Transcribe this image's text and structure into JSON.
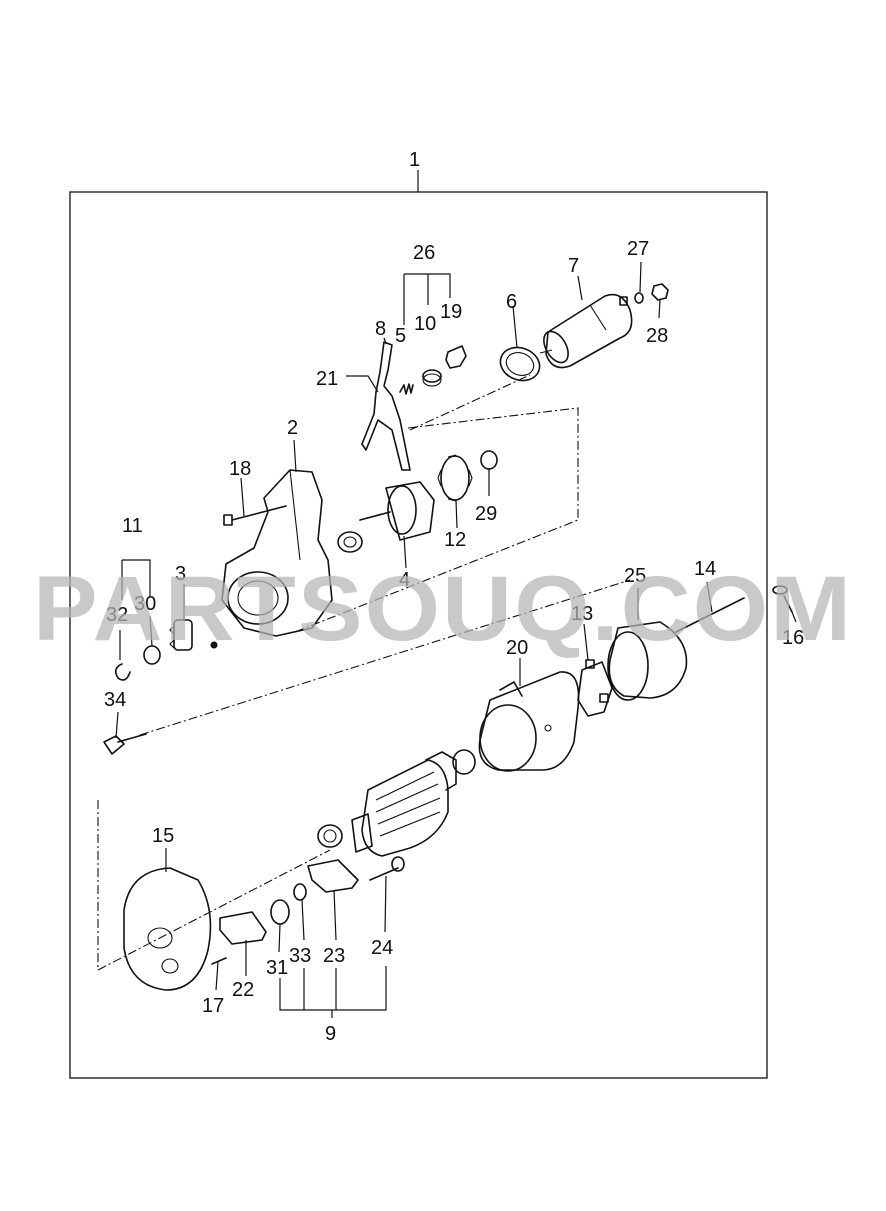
{
  "watermark": "PARTSOUQ.COM",
  "colors": {
    "line": "#111111",
    "watermark": "#b4b4b4",
    "background": "#ffffff"
  },
  "callouts": {
    "c1": "1",
    "c2": "2",
    "c3": "3",
    "c4": "4",
    "c5": "5",
    "c6": "6",
    "c7": "7",
    "c8": "8",
    "c9": "9",
    "c10": "10",
    "c11": "11",
    "c12": "12",
    "c13": "13",
    "c14": "14",
    "c15": "15",
    "c16": "16",
    "c17": "17",
    "c18": "18",
    "c19": "19",
    "c20": "20",
    "c21": "21",
    "c22": "22",
    "c23": "23",
    "c24": "24",
    "c25": "25",
    "c26": "26",
    "c27": "27",
    "c28": "28",
    "c29": "29",
    "c30": "30",
    "c31": "31",
    "c32": "32",
    "c33": "33",
    "c34": "34"
  }
}
